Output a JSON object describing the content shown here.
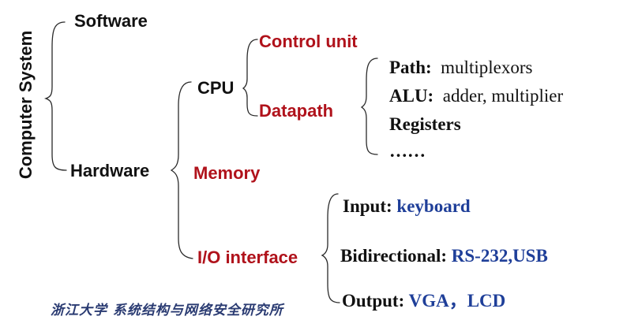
{
  "root": "Computer System",
  "software": "Software",
  "hardware": "Hardware",
  "cpu": "CPU",
  "memory": "Memory",
  "io_interface": "I/O interface",
  "control_unit": "Control unit",
  "datapath": "Datapath",
  "datapath_items": [
    {
      "label": "Path:",
      "value": "multiplexors"
    },
    {
      "label": "ALU:",
      "value": "adder, multiplier"
    },
    {
      "label": "Registers",
      "value": ""
    },
    {
      "label": "……",
      "value": ""
    }
  ],
  "io_items": [
    {
      "label": "Input:",
      "value": "keyboard"
    },
    {
      "label": "Bidirectional:",
      "value": "RS-232,USB"
    },
    {
      "label": "Output:",
      "value": "VGA，LCD"
    }
  ],
  "watermark": "浙江大学 系统结构与网络安全研究所",
  "colors": {
    "red": "#b0121b",
    "blue": "#1f3f99",
    "black": "#111111"
  }
}
